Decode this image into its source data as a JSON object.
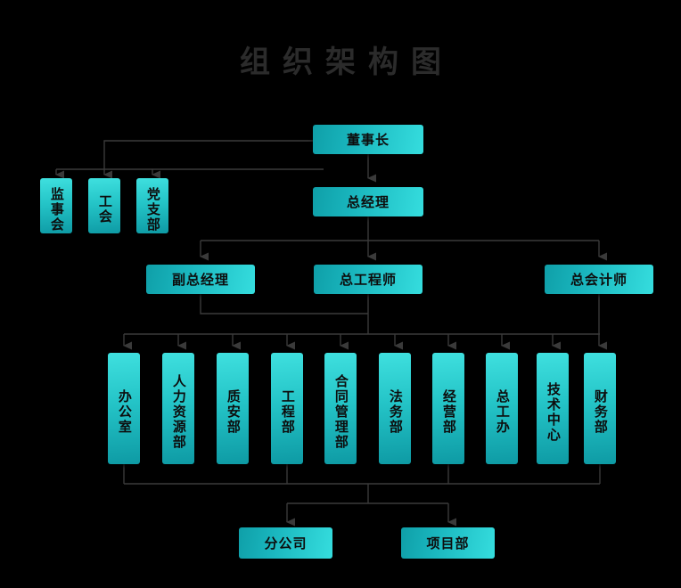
{
  "page": {
    "title": "组织架构图",
    "background_color": "#000000",
    "title_color": "#2b2b2b",
    "node_accent_light": "#3fe0df",
    "node_accent_dark": "#0e9aa4",
    "connector_color": "#3a3a3a"
  },
  "nodes": {
    "chairman": {
      "label": "董事长",
      "orientation": "horizontal"
    },
    "general_manager": {
      "label": "总经理",
      "orientation": "horizontal"
    },
    "supervisory_board": {
      "label": "监事会",
      "orientation": "vertical"
    },
    "labor_union": {
      "label": "工会",
      "orientation": "vertical"
    },
    "party_branch": {
      "label": "党支部",
      "orientation": "vertical"
    },
    "deputy_general_manager": {
      "label": "副总经理",
      "orientation": "horizontal"
    },
    "chief_engineer": {
      "label": "总工程师",
      "orientation": "horizontal"
    },
    "chief_accountant": {
      "label": "总会计师",
      "orientation": "horizontal"
    },
    "branch_company": {
      "label": "分公司",
      "orientation": "horizontal"
    },
    "project_department": {
      "label": "项目部",
      "orientation": "horizontal"
    }
  },
  "departments": [
    {
      "key": "office",
      "label": "办公室"
    },
    {
      "key": "human-resources",
      "label": "人力资源部"
    },
    {
      "key": "quality-safety",
      "label": "质安部"
    },
    {
      "key": "engineering",
      "label": "工程部"
    },
    {
      "key": "contract-management",
      "label": "合同管理部"
    },
    {
      "key": "legal-affairs",
      "label": "法务部"
    },
    {
      "key": "business-operations",
      "label": "经营部"
    },
    {
      "key": "chief-engineer-office",
      "label": "总工办"
    },
    {
      "key": "technology-center",
      "label": "技术中心"
    },
    {
      "key": "finance",
      "label": "财务部"
    }
  ]
}
